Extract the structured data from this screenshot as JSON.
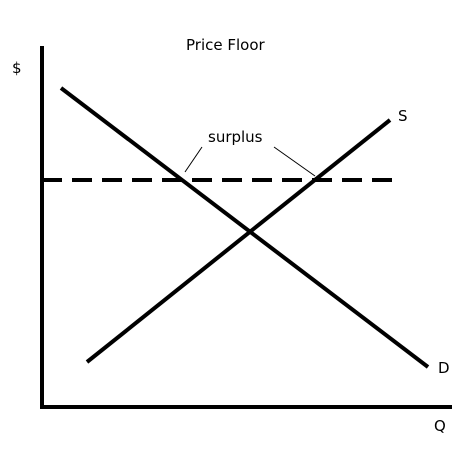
{
  "diagram": {
    "title": "Price Floor",
    "y_axis_label": "$",
    "x_axis_label": "Q",
    "supply_label": "S",
    "demand_label": "D",
    "surplus_label": "surplus",
    "line_color": "#000000",
    "background": "#ffffff"
  }
}
